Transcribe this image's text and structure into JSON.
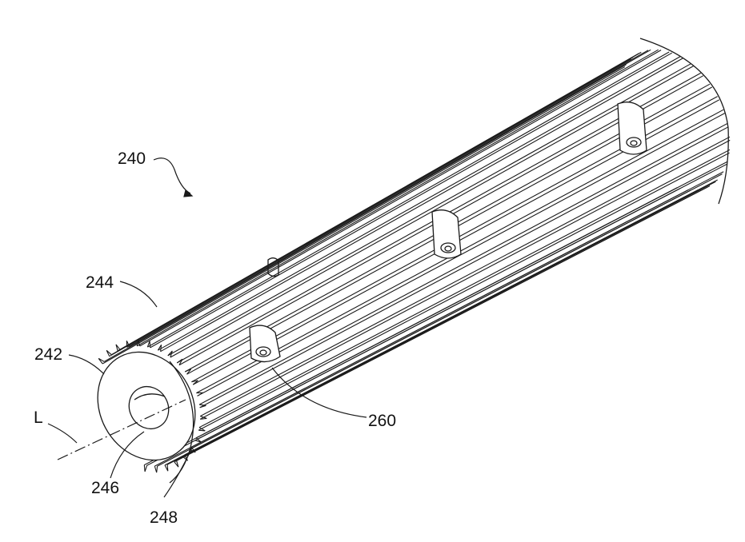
{
  "figure": {
    "line_color": "#1a1a1a",
    "background": "#ffffff",
    "ref_numerals": {
      "assembly": "240",
      "fins": "244",
      "end_face": "242",
      "axis": "L",
      "bore": "246",
      "hub": "248",
      "fastener_boss": "260"
    }
  }
}
